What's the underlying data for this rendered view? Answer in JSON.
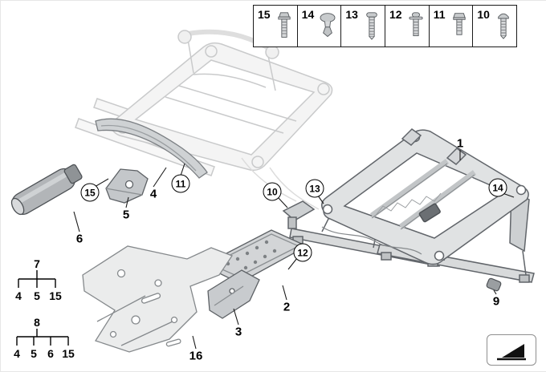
{
  "colors": {
    "line_dark": "#55595d",
    "line_faded": "#c9cacb",
    "accent_black": "#111111",
    "background": "#ffffff"
  },
  "fastener_strip": {
    "items": [
      {
        "number": "15",
        "icon": "hex-flange-bolt"
      },
      {
        "number": "14",
        "icon": "expanding-rivet"
      },
      {
        "number": "13",
        "icon": "pan-head-screw"
      },
      {
        "number": "12",
        "icon": "washer-head-screw"
      },
      {
        "number": "11",
        "icon": "hex-bolt"
      },
      {
        "number": "10",
        "icon": "oval-head-screw"
      }
    ]
  },
  "callouts": {
    "plain": [
      {
        "label": "1"
      },
      {
        "label": "2"
      },
      {
        "label": "3"
      },
      {
        "label": "4"
      },
      {
        "label": "5"
      },
      {
        "label": "6"
      },
      {
        "label": "9"
      },
      {
        "label": "16"
      }
    ],
    "circled": [
      {
        "label": "10"
      },
      {
        "label": "11"
      },
      {
        "label": "12"
      },
      {
        "label": "13"
      },
      {
        "label": "14"
      },
      {
        "label": "15"
      }
    ]
  },
  "legend_tree": {
    "groups": [
      {
        "parent": "7",
        "children": [
          "4",
          "5",
          "15"
        ]
      },
      {
        "parent": "8",
        "children": [
          "4",
          "5",
          "6",
          "15"
        ]
      }
    ]
  },
  "nav": {
    "icon": "next-diagram-arrow"
  }
}
